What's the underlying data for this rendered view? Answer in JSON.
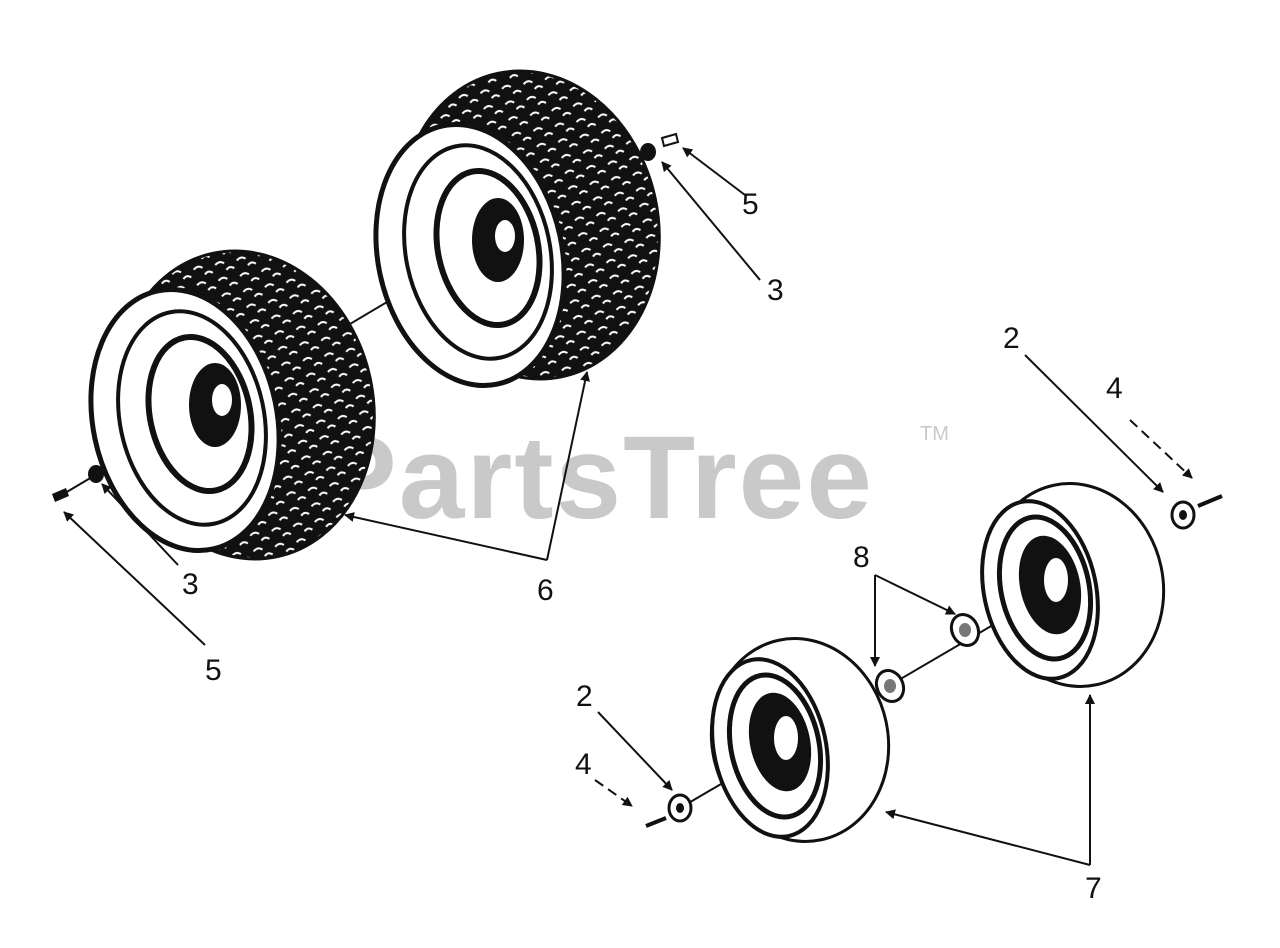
{
  "watermark": {
    "text": "PartsTree",
    "trademark": "TM"
  },
  "callouts": {
    "c1": "5",
    "c2": "3",
    "c3": "2",
    "c4": "4",
    "c5": "8",
    "c6": "3",
    "c7": "6",
    "c8": "5",
    "c9": "2",
    "c10": "4",
    "c11": "7"
  },
  "colors": {
    "ink": "#111111",
    "watermark": "#c9c9c9",
    "background": "#ffffff"
  }
}
